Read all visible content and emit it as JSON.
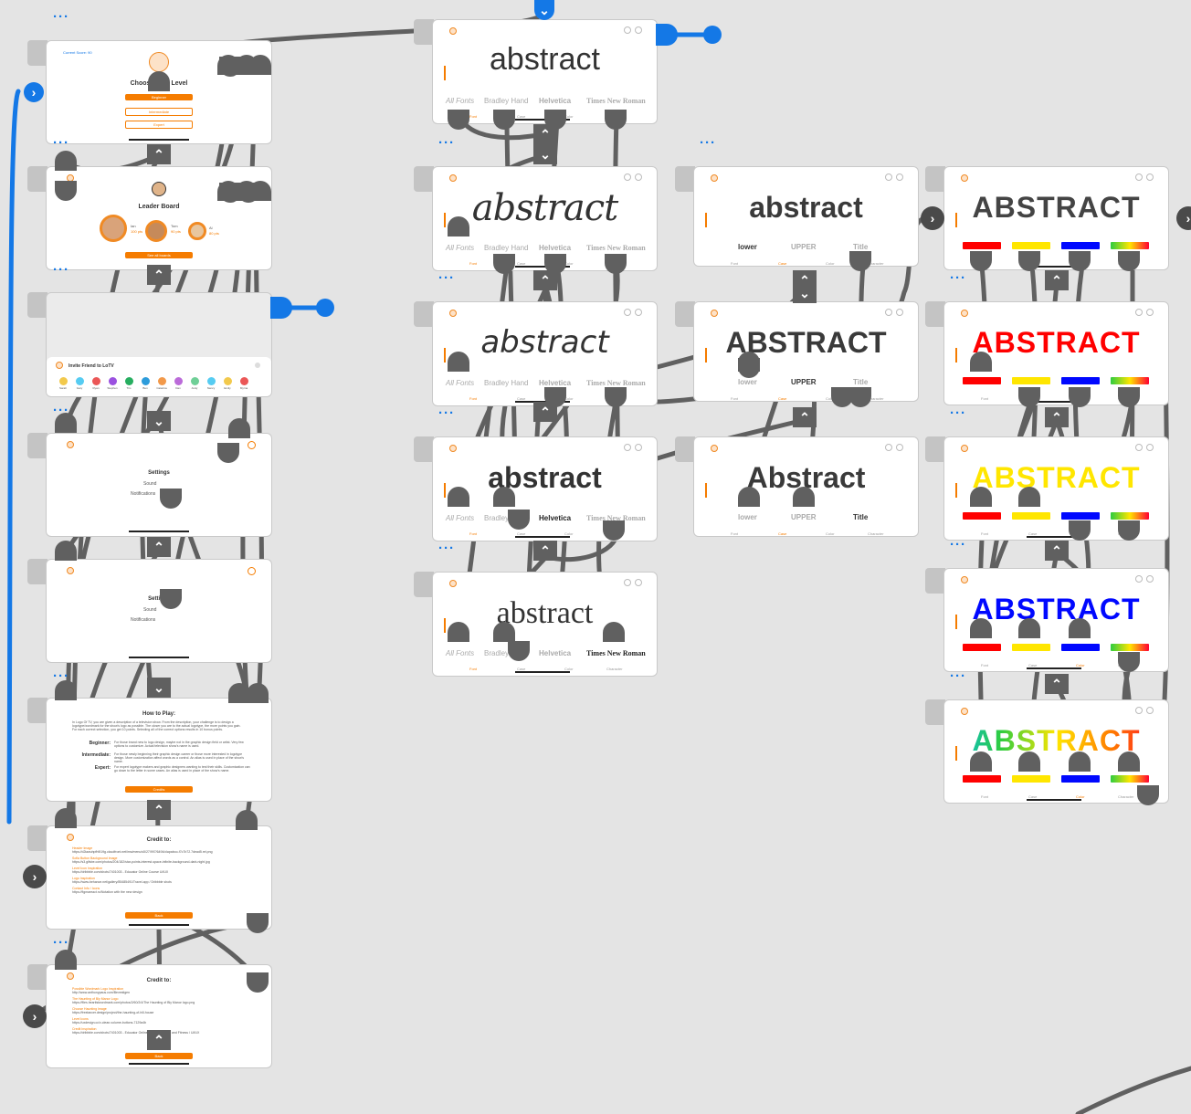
{
  "canvas": {
    "background": "#e4e4e4",
    "wire_color": "#606060",
    "accent_blue": "#1478e6",
    "accent_orange": "#f57c00"
  },
  "column1": {
    "choose_level": {
      "top_caption": "Current Score: 90",
      "title": "Choose Your Level",
      "primary_button": "Beginner",
      "secondary_button": "Intermediate",
      "tertiary_button": "Expert"
    },
    "leaderboard": {
      "title": "Leader Board",
      "entries": [
        {
          "name": "Ian",
          "score": "100 pts"
        },
        {
          "name": "Tom",
          "score": "90 pts"
        },
        {
          "name": "Al",
          "score": "80 pts"
        }
      ],
      "button": "See all boards"
    },
    "invite": {
      "title": "Invite Friend to LoTV",
      "contacts": [
        "Sarah",
        "Gary",
        "Ryan",
        "Stephen",
        "Tim",
        "Ben",
        "Catarina",
        "Dan",
        "Andy",
        "Nancy",
        "Emily",
        "Myrna"
      ]
    },
    "settings": {
      "title": "Settings",
      "rows": [
        "Sound",
        "Notifications"
      ]
    },
    "settings2": {
      "title": "Settings",
      "rows": [
        "Sound",
        "Notifications"
      ]
    },
    "howto": {
      "title": "How to Play:",
      "intro": "In Logo Of TV, you are given a description of a television show. From the description, your challenge is to design a logotype/wordmark for the show's logo as possible. The closer you are to the actual logotype, the more points you gain. For each correct selection, you get 10 points. Selecting all of the correct options results in 10 bonus points.",
      "levels": [
        {
          "label": "Beginner:",
          "text": "For those brand new to logo design, maybe not in the graphic design field or artist. Very few options to customize. Actual television show's name is used."
        },
        {
          "label": "Intermediate:",
          "text": "For those newly beginning their graphic design career or those more interested in logotype design. More customization affect words as a control. An alias is used in place of the show's name."
        },
        {
          "label": "Expert:",
          "text": "For expert logotype makers and graphic designers wanting to test their skills. Customization can go down to the letter in some cases. An alias is used in place of the show's name."
        }
      ],
      "button": "Credits"
    },
    "credits1": {
      "title": "Credit to:",
      "sections": [
        {
          "heading": "Header Image",
          "text": "https://d2iawuhpfh9l19g.cloudfront.net/ims/menu/s5/27/997/6494/clapaboo-f7c7b72.7dead5.rel.png"
        },
        {
          "heading": "Sofia Button Background Image",
          "text": "https://s3.gifsbe.com/photos/204/182/star-points-interest-space-infinite-background-dark-night.jpg"
        },
        {
          "heading": "Level Icon Inspiration",
          "text": "https://dribbble.com/shots/7401003 - Educator Online Course UI/UX"
        },
        {
          "heading": "Logo Inspiration",
          "text": "https://www.behance.net/gallery/85485491/Travel-app / Dribbble shots"
        },
        {
          "heading": "Contact Info / Icons",
          "text": "https://figmareact.ru/Notation with the new design"
        }
      ],
      "button": "Back"
    },
    "credits2": {
      "title": "Credit to:",
      "sections": [
        {
          "heading": "Possible Wordmark Logo Inspiration",
          "text": "http://www.anthonypaus.com/Bevestigen"
        },
        {
          "heading": "The Haunting of Bly Manor Logo",
          "text": "https://files.heartistwordmark.com/photos/2/60/2/4/The Haunting of Bly Manor logo.png"
        },
        {
          "heading": "Choose Haunting Image",
          "text": "https://freelancer.design/project/the-haunting-of-hill-house"
        },
        {
          "heading": "Level Icons",
          "text": "https://uxdesign.cc/v-clean-volume-buttons-7129a4b"
        },
        {
          "heading": "Credit Inspiration",
          "text": "https://dribbble.com/shots/7401003 - Educator Online Course / Health and Fitness / UI/UX"
        }
      ],
      "button": "Back"
    }
  },
  "column2": {
    "word": "abstract",
    "options": [
      "All Fonts",
      "Bradley Hand",
      "Helvetica",
      "Times New Roman"
    ],
    "tabs": [
      "Font",
      "Case",
      "Color",
      "Character"
    ],
    "screens": [
      {
        "variant": "plain"
      },
      {
        "variant": "script"
      },
      {
        "variant": "hand"
      },
      {
        "variant": "helvetica"
      },
      {
        "variant": "times"
      }
    ]
  },
  "column3": {
    "options": [
      "lower",
      "UPPER",
      "Title"
    ],
    "tabs": [
      "Font",
      "Case",
      "Color",
      "Character"
    ],
    "screens": [
      {
        "word": "abstract"
      },
      {
        "word": "ABSTRACT"
      },
      {
        "word": "Abstract"
      }
    ]
  },
  "column4": {
    "word": "ABSTRACT",
    "tabs": [
      "Font",
      "Case",
      "Color",
      "Character"
    ],
    "swatch_colors": [
      "#ff0000",
      "#ffe600",
      "#0008ff",
      "gradient"
    ],
    "screens": [
      {
        "fill": "#444444"
      },
      {
        "fill": "#ff0000"
      },
      {
        "fill": "#ffe600"
      },
      {
        "fill": "#0008ff"
      },
      {
        "fill": "gradient"
      }
    ]
  }
}
